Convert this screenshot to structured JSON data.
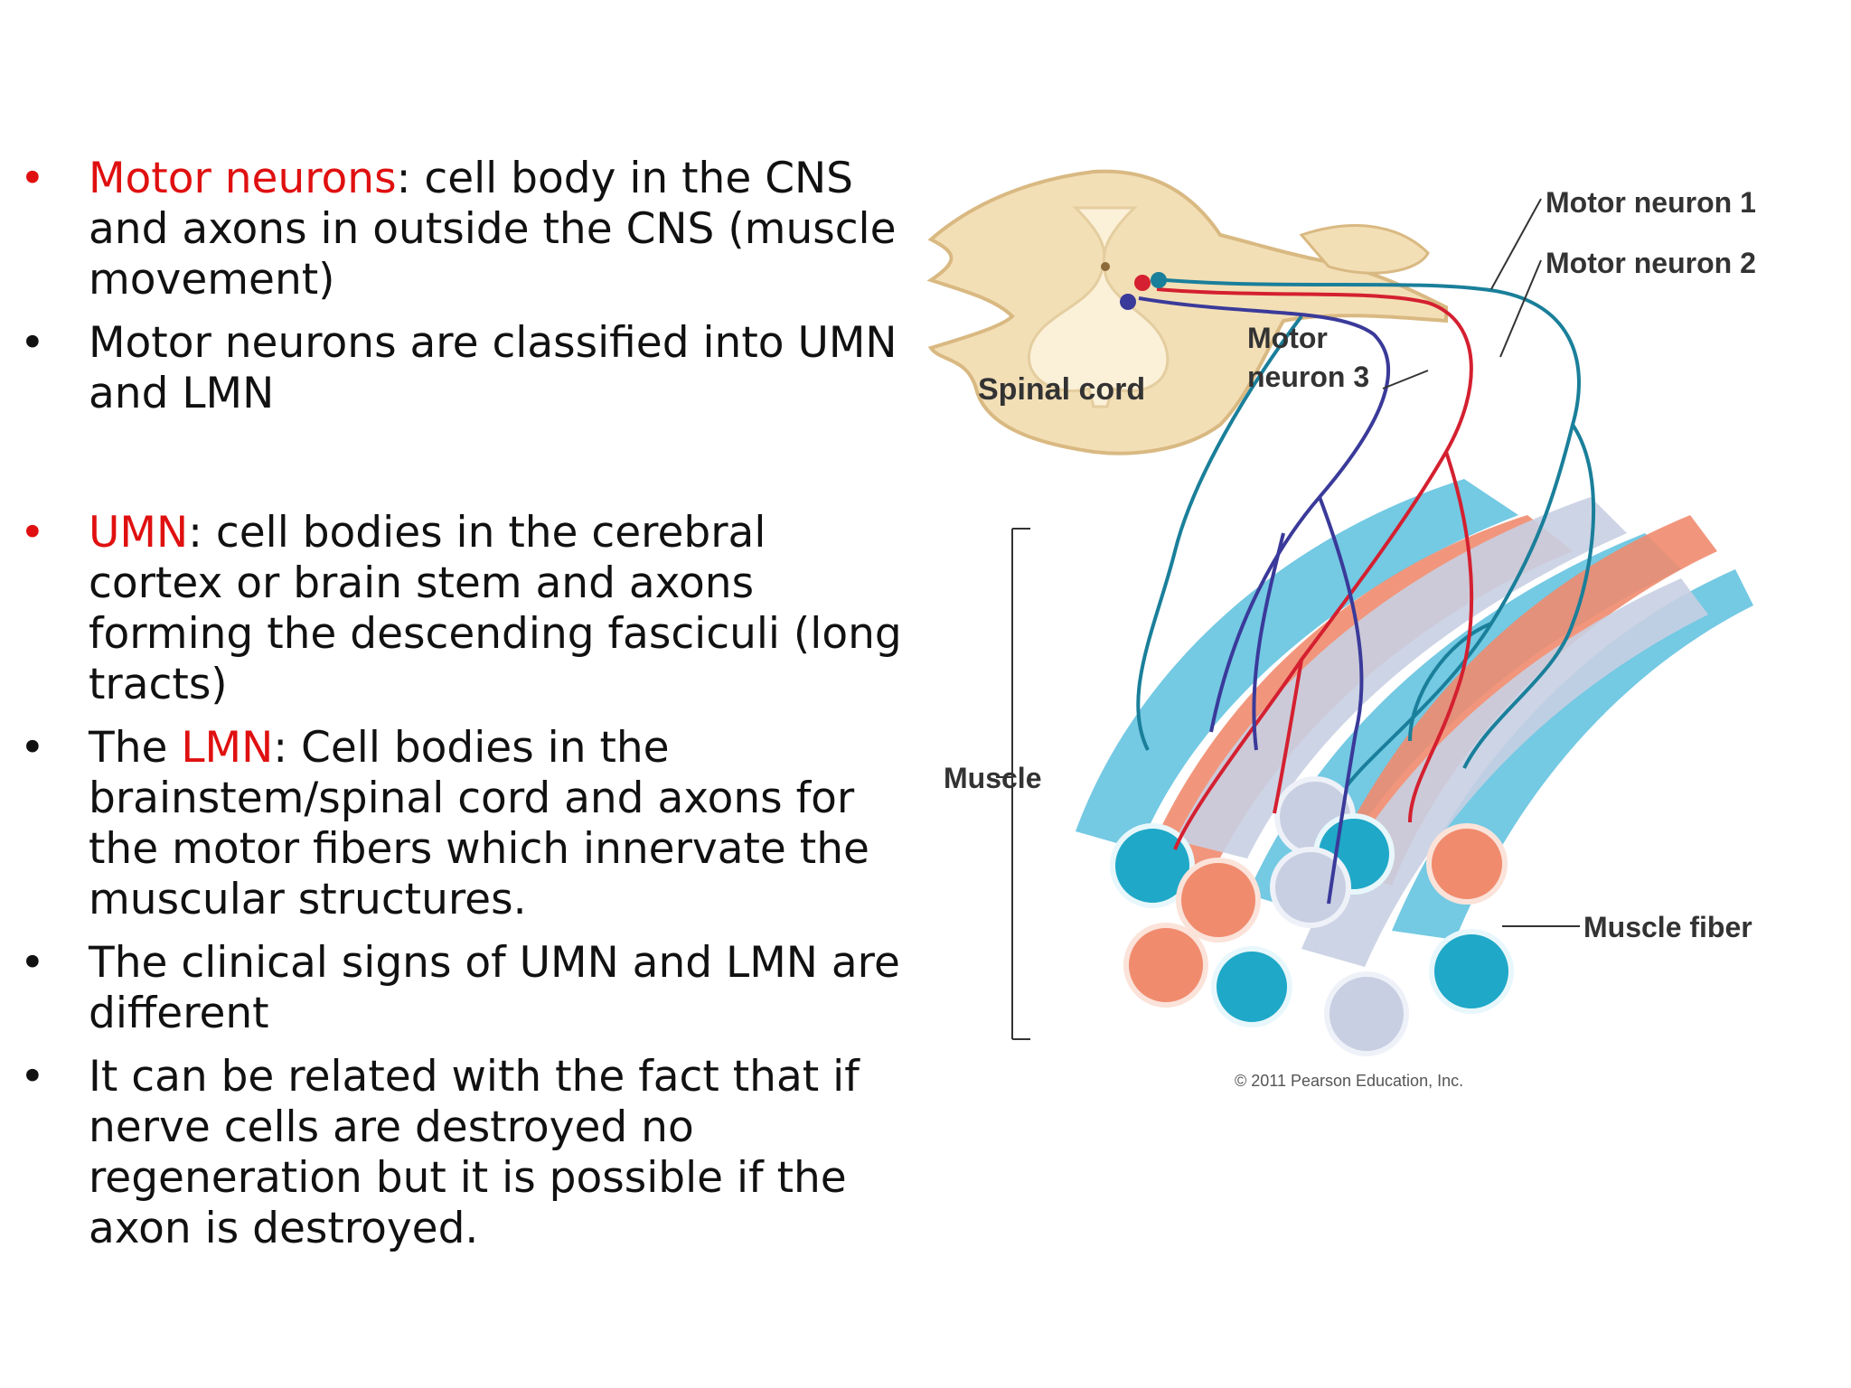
{
  "bullets": [
    {
      "dot_color": "#e01010",
      "parts": [
        "Motor neurons",
        ": cell body in the CNS and axons in outside the CNS (muscle movement)"
      ],
      "highlight": [
        true,
        false
      ]
    },
    {
      "dot_color": "#111111",
      "parts": [
        "Motor neurons are classified into UMN and LMN"
      ],
      "highlight": [
        false
      ]
    },
    {
      "dot_color": "#e01010",
      "parts": [
        "UMN",
        ": cell bodies in the cerebral cortex or brain stem and axons forming the descending fasciculi (long tracts)"
      ],
      "highlight": [
        true,
        false
      ]
    },
    {
      "dot_color": "#111111",
      "parts": [
        "The ",
        "LMN",
        ": Cell bodies in the brainstem/spinal cord and axons for the motor fibers which innervate the muscular structures."
      ],
      "highlight": [
        false,
        true,
        false
      ]
    },
    {
      "dot_color": "#111111",
      "parts": [
        "The clinical signs of UMN and LMN are different"
      ],
      "highlight": [
        false
      ]
    },
    {
      "dot_color": "#111111",
      "parts": [
        "It can be related with the fact that if nerve cells are destroyed no regeneration but it is possible if the axon is destroyed."
      ],
      "highlight": [
        false
      ]
    }
  ],
  "bullet_glyph": "•",
  "figure": {
    "labels": {
      "motor_neuron_1": "Motor neuron 1",
      "motor_neuron_2": "Motor neuron 2",
      "motor_neuron_3_line1": "Motor",
      "motor_neuron_3_line2": "neuron 3",
      "spinal_cord": "Spinal cord",
      "muscle": "Muscle",
      "muscle_fiber": "Muscle fiber"
    },
    "copyright": "© 2011 Pearson Education, Inc.",
    "colors": {
      "neuron_1": "#1a7f9a",
      "neuron_2": "#d42030",
      "neuron_3": "#3a3a9a",
      "spinal_cord": "#f3dfb6",
      "fiber_blue": "#5cc0de",
      "fiber_salmon": "#f08b6e",
      "fiber_gray": "#c8cfe2",
      "text_highlight": "#e01010"
    }
  }
}
